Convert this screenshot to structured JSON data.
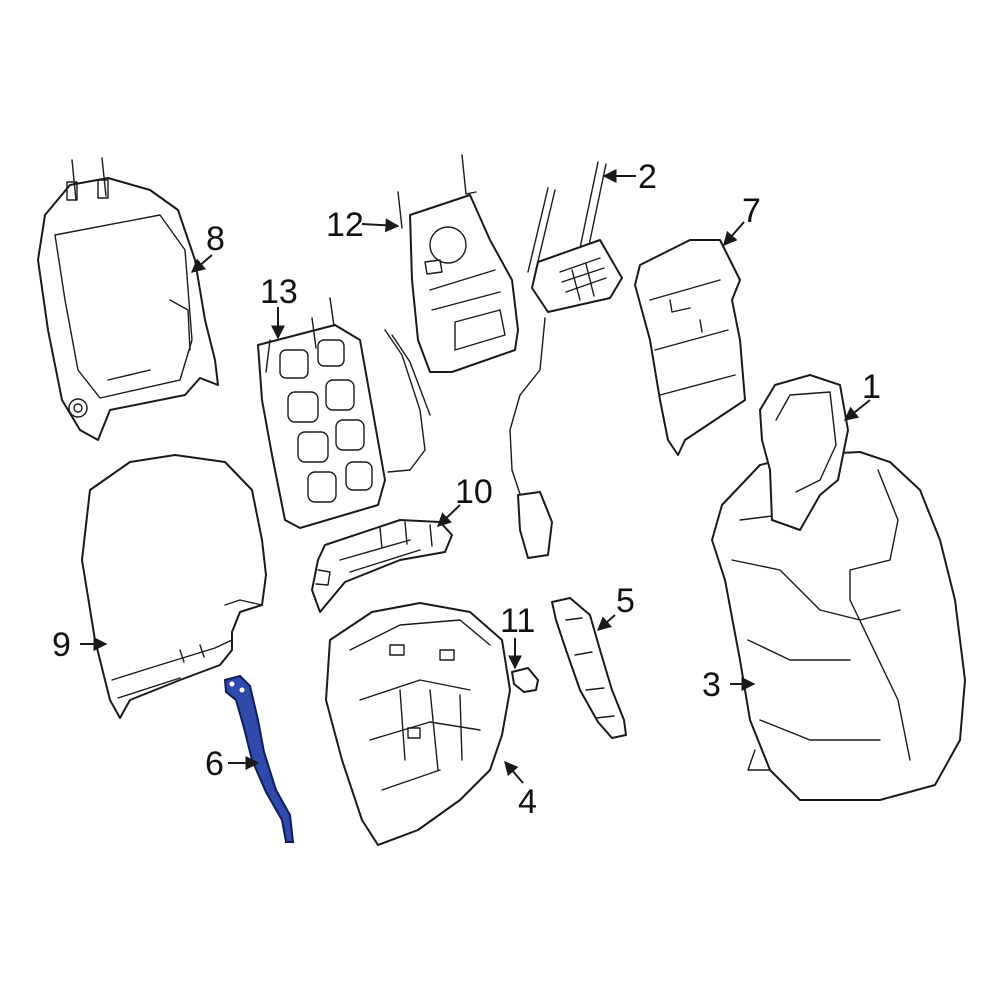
{
  "diagram": {
    "highlight_color": "#2f4aa8",
    "callouts": {
      "c1": "1",
      "c2": "2",
      "c3": "3",
      "c4": "4",
      "c5": "5",
      "c6": "6",
      "c7": "7",
      "c8": "8",
      "c9": "9",
      "c10": "10",
      "c11": "11",
      "c12": "12",
      "c13": "13"
    }
  }
}
